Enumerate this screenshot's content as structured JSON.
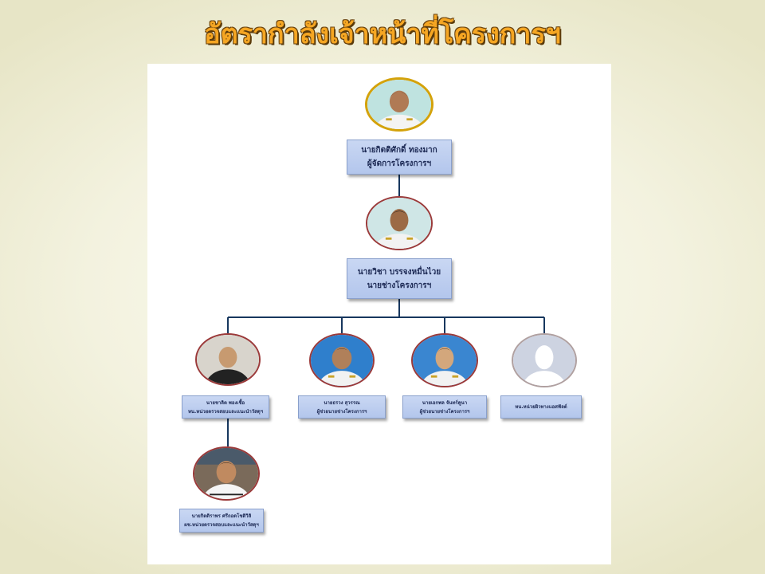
{
  "slide": {
    "title": "อัตรากำลังเจ้าหน้าที่โครงการฯ"
  },
  "org_chart": {
    "manager": {
      "name": "นายกิตติศักดิ์  ทองมาก",
      "role": "ผู้จัดการโครงการฯ"
    },
    "engineer": {
      "name": "นายวิชา  บรรจงหมื่นไวย",
      "role": "นายช่างโครงการฯ"
    },
    "staff": [
      {
        "name": "นายชาลิต  พองเชื้อ",
        "role": "หน.หน่วยตรวจสอบและแนะนำวัสดุฯ"
      },
      {
        "name": "นายธรวง  สุวรรณ",
        "role": "ผู้ช่วยนายช่างโครงการฯ"
      },
      {
        "name": "นายเอกพล  จันทร์คูนา",
        "role": "ผู้ช่วยนายช่างโครงการฯ"
      },
      {
        "name": "",
        "role": "หน.หน่วยผิวทางแอสฟัลต์"
      }
    ],
    "assistant": {
      "name": "นายกิตติราพร  ศรีถอดโชติวิลิ",
      "role": "ผช.หน่วยตรวจสอบและแนะนำวัสดุฯ"
    }
  }
}
